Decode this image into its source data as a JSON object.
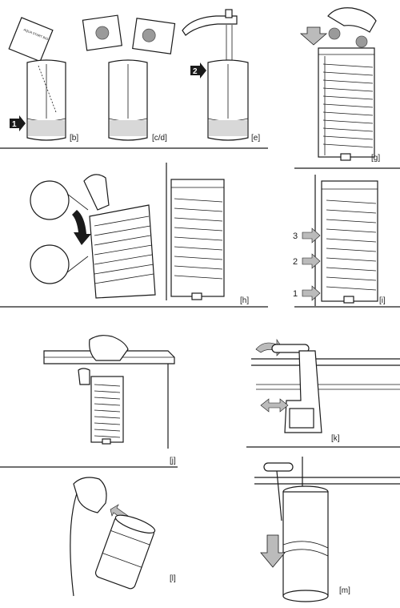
{
  "panels": {
    "b": {
      "label": "[b]",
      "marker": "1",
      "sachet_text": "AQUA START BIO"
    },
    "cd": {
      "label": "[c/d]"
    },
    "e": {
      "label": "[e]",
      "marker": "2"
    },
    "g": {
      "label": "[g]"
    },
    "h": {
      "label": "[h]"
    },
    "i": {
      "label": "[i]",
      "levels": [
        "3",
        "2",
        "1"
      ]
    },
    "j": {
      "label": "[j]"
    },
    "k": {
      "label": "[k]"
    },
    "l": {
      "label": "[l]"
    },
    "m": {
      "label": "[m]"
    }
  }
}
